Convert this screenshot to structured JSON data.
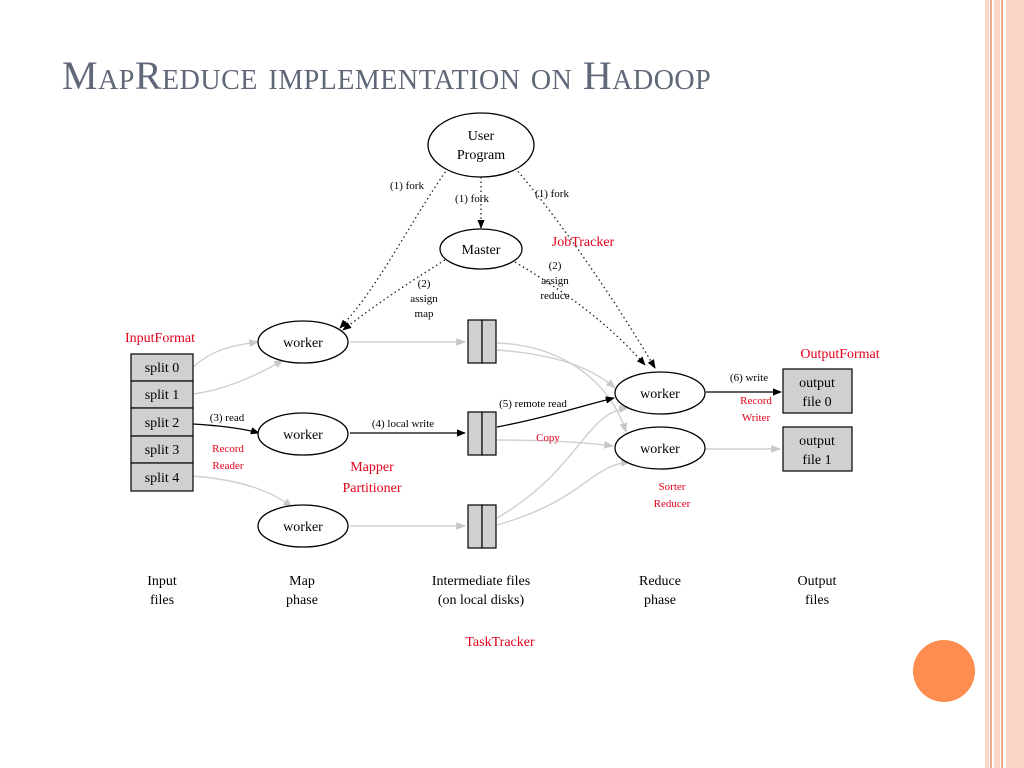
{
  "title": "MapReduce  implementation on Hadoop",
  "colors": {
    "accent_orange": "#fd8e4f",
    "stripe_peach": "#fbd6c6",
    "stripe_line": "#f3a88a",
    "annotation_red": "#e2001a",
    "box_fill": "#d0d0d0",
    "title_gray": "#5f6779"
  },
  "nodes": {
    "user_program": [
      "User",
      "Program"
    ],
    "master": "Master",
    "worker": "worker",
    "splits": [
      "split 0",
      "split 1",
      "split 2",
      "split 3",
      "split 4"
    ],
    "output_file_0": [
      "output",
      "file 0"
    ],
    "output_file_1": [
      "output",
      "file 1"
    ]
  },
  "edge_labels": {
    "fork_left": "(1) fork",
    "fork_center": "(1) fork",
    "fork_right": "(1) fork",
    "assign_map": [
      "(2)",
      "assign",
      "map"
    ],
    "assign_reduce": [
      "(2)",
      "assign",
      "reduce"
    ],
    "read": "(3) read",
    "local_write": "(4) local write",
    "remote_read": "(5) remote read",
    "write": "(6) write"
  },
  "phases": {
    "input": [
      "Input",
      "files"
    ],
    "map": [
      "Map",
      "phase"
    ],
    "intermediate": [
      "Intermediate files",
      "(on local disks)"
    ],
    "reduce": [
      "Reduce",
      "phase"
    ],
    "output": [
      "Output",
      "files"
    ]
  },
  "hadoop_labels": {
    "job_tracker": "JobTracker",
    "input_format": "InputFormat",
    "output_format": "OutputFormat",
    "record_writer": [
      "Record",
      "Writer"
    ],
    "copy": "Copy",
    "record_reader": [
      "Record",
      "Reader"
    ],
    "mapper_partitioner": [
      "Mapper",
      "Partitioner"
    ],
    "sorter_reducer": [
      "Sorter",
      "Reducer"
    ],
    "task_tracker": "TaskTracker"
  }
}
